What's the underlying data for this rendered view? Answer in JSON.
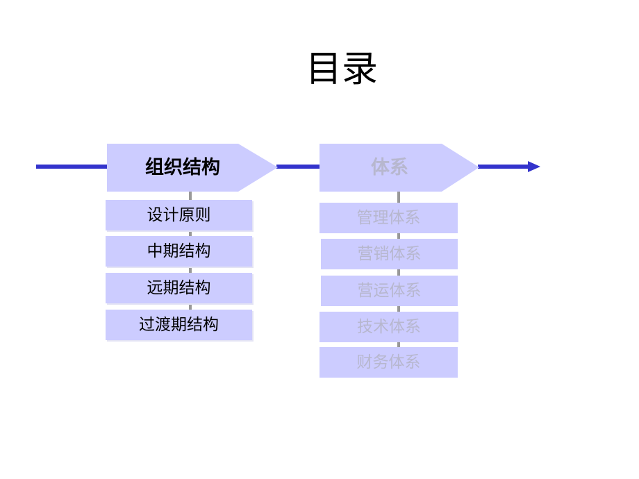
{
  "title": "目录",
  "colors": {
    "arrow": "#3333cc",
    "box_fill": "#ccccff",
    "connector": "#999999",
    "active_text": "#000000",
    "dim_text": "#b7b7ce"
  },
  "sections": [
    {
      "label": "组织结构",
      "state": "active",
      "items": [
        "设计原则",
        "中期结构",
        "远期结构",
        "过渡期结构"
      ]
    },
    {
      "label": "体系",
      "state": "dim",
      "items": [
        "管理体系",
        "营销体系",
        "营运体系",
        "技术体系",
        "财务体系"
      ]
    }
  ]
}
